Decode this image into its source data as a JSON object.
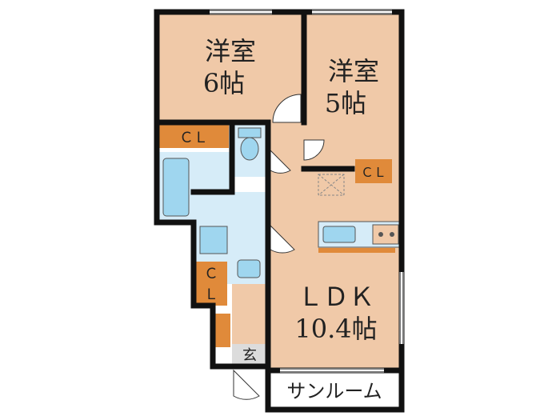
{
  "rooms": {
    "western_room_1": {
      "name": "洋室",
      "size": "6帖"
    },
    "western_room_2": {
      "name": "洋室",
      "size": "5帖"
    },
    "ldk": {
      "name": "ＬＤＫ",
      "size": "10.4帖"
    },
    "sunroom": {
      "name": "サンルーム"
    },
    "entrance": {
      "name": "玄"
    }
  },
  "closets": {
    "cl_1": {
      "label": "ＣＬ"
    },
    "cl_2": {
      "label": "ＣＬ"
    },
    "cl_3": {
      "label_top": "Ｃ",
      "label_bottom": "Ｌ"
    }
  },
  "colors": {
    "room_fill": "#f0c9a8",
    "wet_area": "#d6ecf8",
    "fixture": "#9fd6ef",
    "closet": "#e08a3a",
    "entrance": "#dcdcdc",
    "wall": "#111111"
  }
}
